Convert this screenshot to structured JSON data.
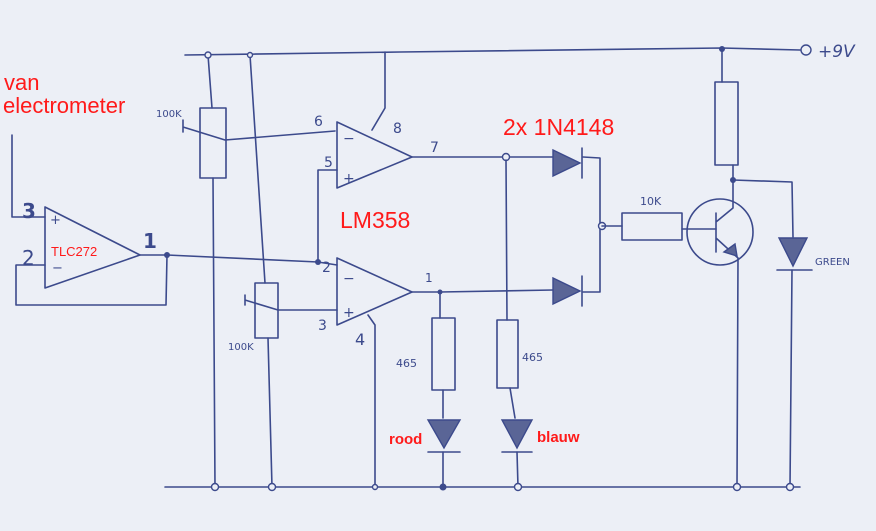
{
  "annotations": {
    "source": [
      "van",
      "electrometer"
    ],
    "first_opamp": "TLC272",
    "second_opamp": "LM358",
    "diodes": "2x 1N4148",
    "led_red": "rood",
    "led_blue": "blauw"
  },
  "pencil_labels": {
    "pot_top": "100K",
    "pot_bottom": "100K",
    "tlc_pin_plus": "3",
    "tlc_pin_minus": "2",
    "tlc_pin_out": "1",
    "pin6": "6",
    "pin8": "8",
    "pin5": "5",
    "pin7": "7",
    "pin2": "2",
    "pin3": "3",
    "pin1": "1",
    "pin4": "4",
    "res_red": "465",
    "res_blue": "465",
    "res_base": "10K",
    "led_green": "GREEN",
    "supply": "+9V",
    "minus": "−",
    "plus": "+"
  },
  "colors": {
    "ink": "#3c4a8c",
    "annotation": "#ff1a1a",
    "paper": "#eceff6"
  }
}
